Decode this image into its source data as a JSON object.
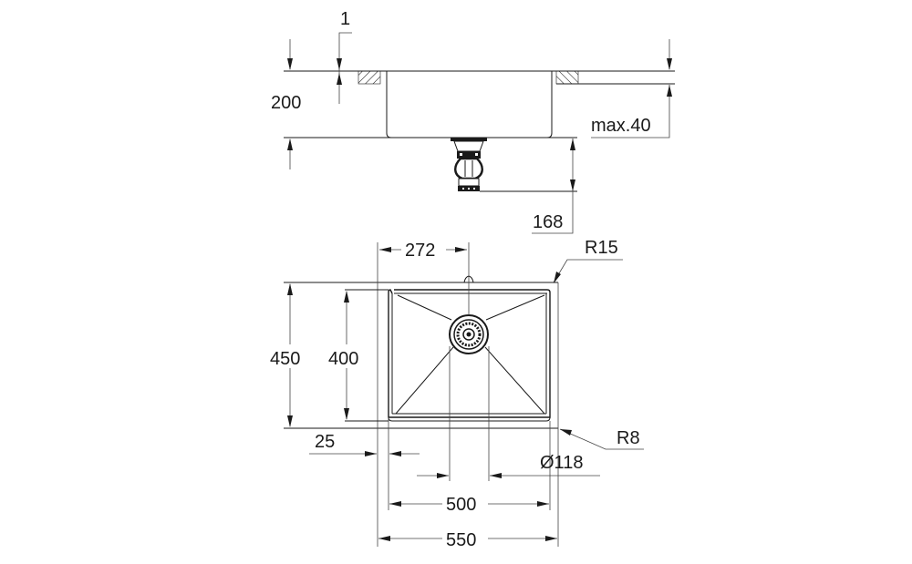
{
  "drawing": {
    "title": "Undermount sink technical drawing",
    "views": [
      "side-section",
      "top-plan"
    ],
    "line_color": "#1a1a1a",
    "background": "#ffffff"
  },
  "side_view": {
    "dims": {
      "rim_thickness": "1",
      "bowl_depth": "200",
      "counter_thickness": "max.40",
      "waste_height": "168"
    }
  },
  "top_view": {
    "dims": {
      "drain_offset": "272",
      "corner_outer_radius": "R15",
      "corner_inner_radius": "R8",
      "outer_depth": "450",
      "inner_depth": "400",
      "flange_width": "25",
      "drain_diameter": "Ø118",
      "inner_width": "500",
      "outer_width": "550"
    }
  }
}
